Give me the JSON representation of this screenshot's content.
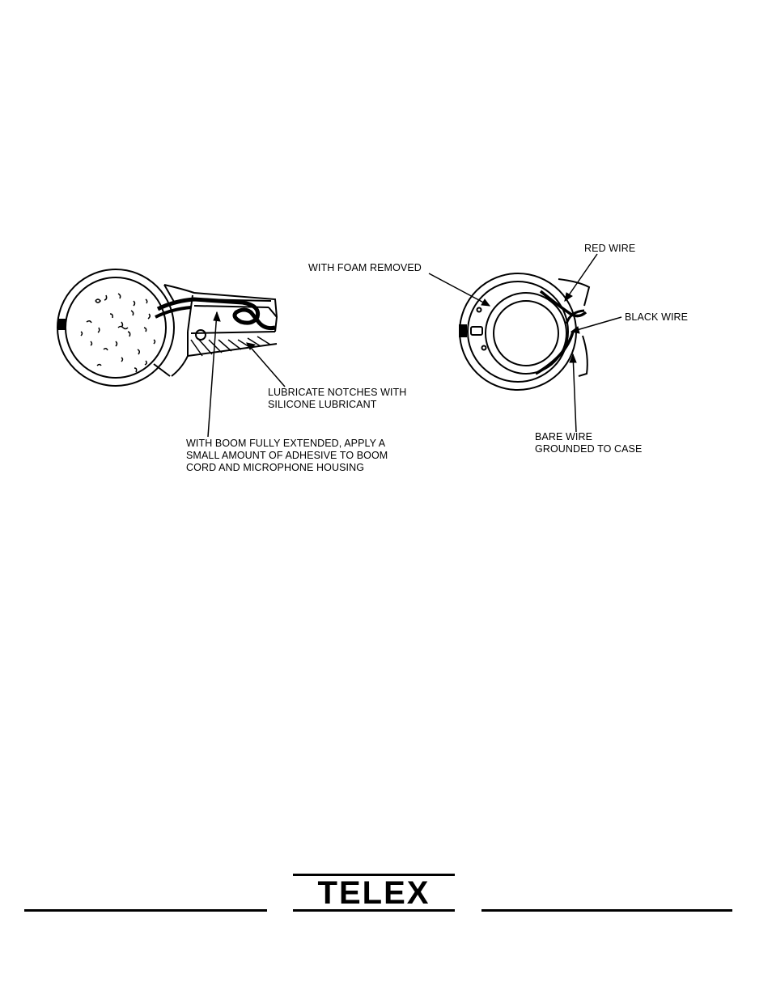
{
  "figure_left": {
    "labels": {
      "lubricate": "LUBRICATE NOTCHES WITH\nSILICONE LUBRICANT",
      "adhesive": "WITH BOOM FULLY EXTENDED, APPLY A\nSMALL AMOUNT OF ADHESIVE TO BOOM\nCORD AND MICROPHONE HOUSING"
    }
  },
  "figure_right": {
    "labels": {
      "foam": "WITH FOAM REMOVED",
      "red_wire": "RED WIRE",
      "black_wire": "BLACK WIRE",
      "bare_wire": "BARE WIRE\nGROUNDED TO CASE"
    }
  },
  "footer": {
    "logo_text": "TELEX"
  }
}
